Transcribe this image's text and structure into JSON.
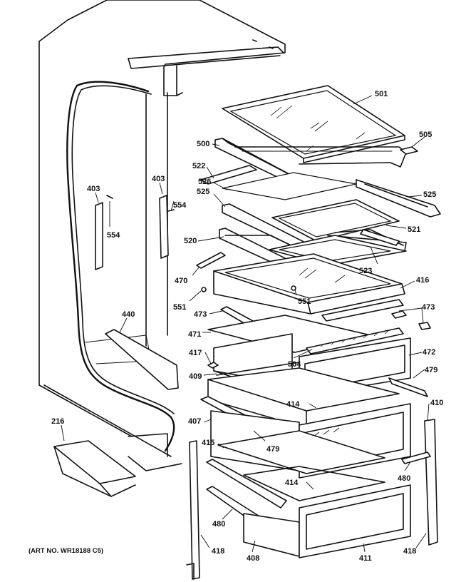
{
  "labels": {
    "p501": "501",
    "p505": "505",
    "p500": "500",
    "p522": "522",
    "p526": "526",
    "p525a": "525",
    "p525b": "525",
    "p521": "521",
    "p520": "520",
    "p523": "523",
    "p470": "470",
    "p416": "416",
    "p551a": "551",
    "p551b": "551",
    "p473a": "473",
    "p473b": "473",
    "p471": "471",
    "p472": "472",
    "p504": "504",
    "p417": "417",
    "p479a": "479",
    "p479b": "479",
    "p409": "409",
    "p414a": "414",
    "p414b": "414",
    "p410": "410",
    "p407": "407",
    "p415": "415",
    "p480a": "480",
    "p480b": "480",
    "p418a": "418",
    "p418b": "418",
    "p408": "408",
    "p411": "411",
    "p216": "216",
    "p440": "440",
    "p403a": "403",
    "p403b": "403",
    "p554a": "554",
    "p554b": "554"
  },
  "art_number": "(ART NO. WR18188 C5)"
}
